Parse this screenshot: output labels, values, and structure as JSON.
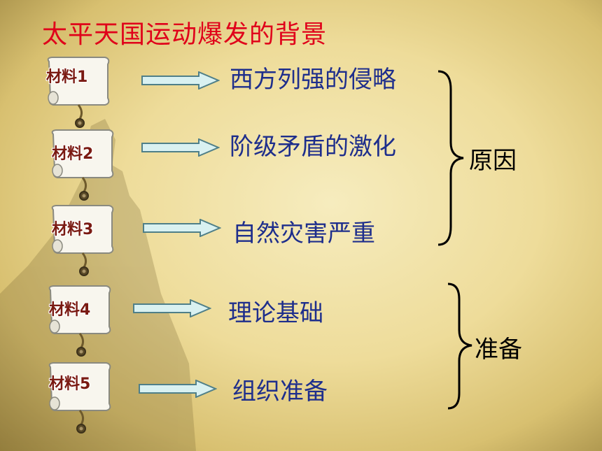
{
  "title": "太平天国运动爆发的背景",
  "materials": [
    "材料1",
    "材料2",
    "材料3",
    "材料4",
    "材料5"
  ],
  "items": [
    "西方列强的侵略",
    "阶级矛盾的激化",
    "自然灾害严重",
    "理论基础",
    "组织准备"
  ],
  "groups": {
    "cause": "原因",
    "preparation": "准备"
  },
  "colors": {
    "title": "#e0001a",
    "item_text": "#1e2e8c",
    "arrow_fill": "#d9f1f1",
    "arrow_stroke": "#4f7f88"
  },
  "icons": {
    "scroll": "scroll-icon",
    "arrow": "right-arrow-icon",
    "brace": "curly-brace-icon"
  }
}
